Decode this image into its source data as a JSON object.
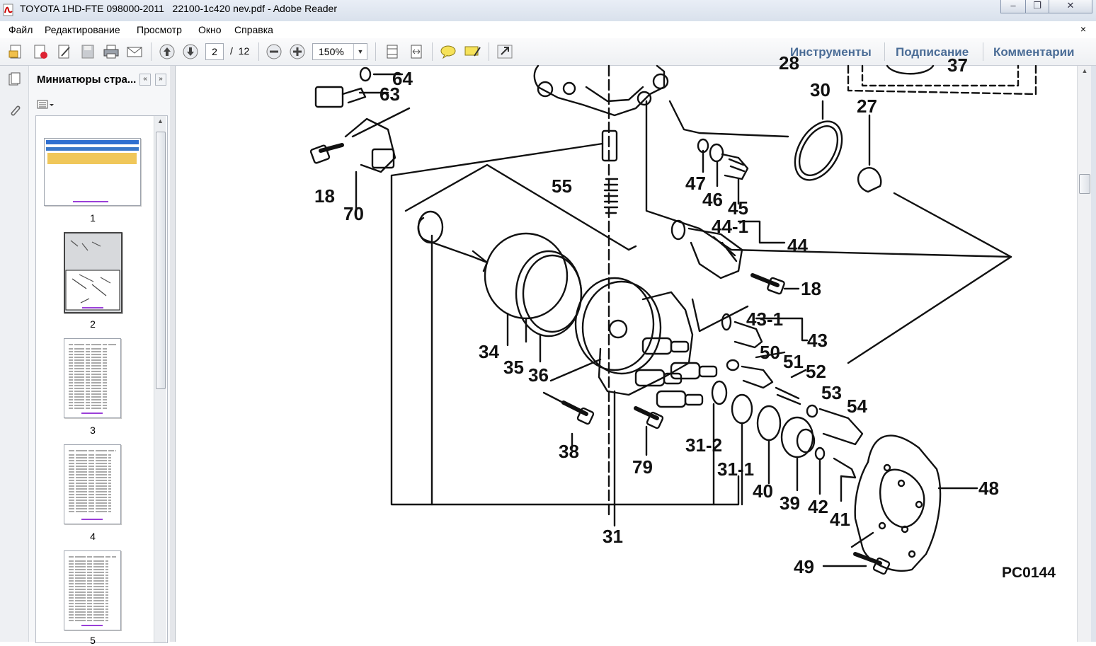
{
  "window": {
    "title": "TOYOTA 1HD-FTE 098000-2011   22100-1c420 nev.pdf - Adobe Reader",
    "minimize_icon": "minimize-icon",
    "maximize_icon": "maximize-icon",
    "close_icon": "close-icon"
  },
  "menu": {
    "items": [
      "Файл",
      "Редактирование",
      "Просмотр",
      "Окно",
      "Справка"
    ],
    "close_doc": "×"
  },
  "toolbar": {
    "current_page": "2",
    "page_separator": "/",
    "total_pages": "12",
    "zoom": "150%",
    "tools_label": "Инструменты",
    "sign_label": "Подписание",
    "comments_label": "Комментарии"
  },
  "panel": {
    "title": "Миниатюры стра...",
    "collapse_icon": "«",
    "expand_icon": "»",
    "thumbnails": [
      {
        "page": "1"
      },
      {
        "page": "2"
      },
      {
        "page": "3"
      },
      {
        "page": "4"
      },
      {
        "page": "5"
      }
    ]
  },
  "diagram": {
    "code": "PC0144",
    "labels": {
      "l64": "64",
      "l63": "63",
      "l18a": "18",
      "l70": "70",
      "l55": "55",
      "l47": "47",
      "l46": "46",
      "l45": "45",
      "l441": "44-1",
      "l44": "44",
      "l30": "30",
      "l27": "27",
      "l28": "28",
      "l37": "37",
      "l18b": "18",
      "l431": "43-1",
      "l43": "43",
      "l34": "34",
      "l35": "35",
      "l36": "36",
      "l50": "50",
      "l51": "51",
      "l52": "52",
      "l53": "53",
      "l54": "54",
      "l38": "38",
      "l79": "79",
      "l312": "31-2",
      "l311": "31-1",
      "l40": "40",
      "l39": "39",
      "l42": "42",
      "l41": "41",
      "l48": "48",
      "l31": "31",
      "l49": "49"
    }
  },
  "colors": {
    "link": "#4a6c96",
    "toolbar_bg": "#eef0f3"
  }
}
